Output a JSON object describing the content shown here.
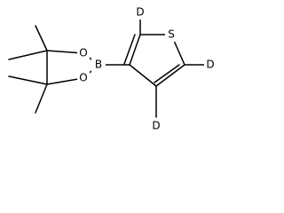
{
  "structure": {
    "atom_labels": {
      "sulfur": "S",
      "boron": "B",
      "oxygen_top": "O",
      "oxygen_bottom": "O",
      "deuterium_top": "D",
      "deuterium_right": "D",
      "deuterium_bottom": "D"
    },
    "colors": {
      "bond": "#000000",
      "label": "#000000",
      "background": "#ffffff"
    }
  }
}
